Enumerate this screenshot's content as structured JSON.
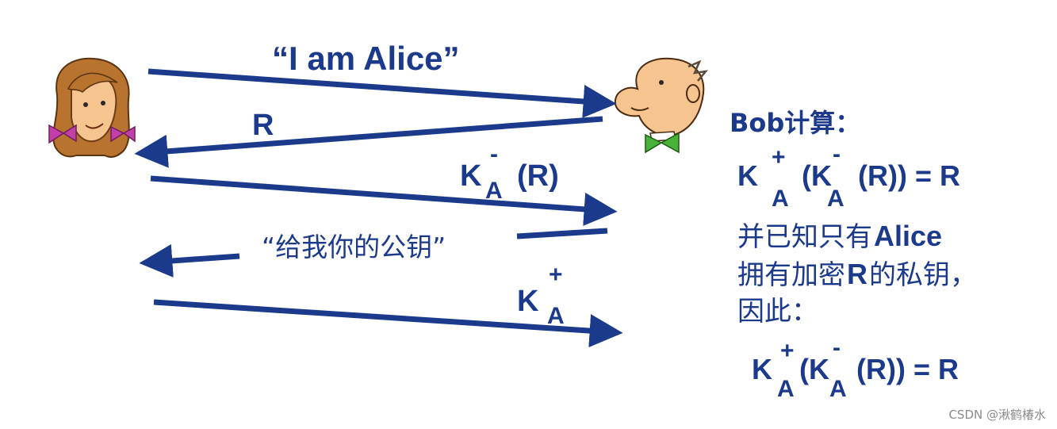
{
  "messages": {
    "m1": "“I am Alice”",
    "m2": "R",
    "m3_k": "K",
    "m3_sup": "-",
    "m3_sub": "A",
    "m3_arg": "(R)",
    "m4": "“给我你的公钥”",
    "m5_k": "K",
    "m5_sup": "+",
    "m5_sub": "A"
  },
  "bob_note": {
    "heading": "Bob计算：",
    "eq1": {
      "k1": "K",
      "sup1": "+",
      "sub1": "A",
      "open": "(K",
      "sup2": "-",
      "sub2": "A",
      "rest": "(R)) = R"
    },
    "line1_cn": "并已知只有",
    "line1_en": "Alice",
    "line2_cn1": "拥有加密",
    "line2_en": "R",
    "line2_cn2": "的私钥，",
    "line3": "因此：",
    "eq2": {
      "k1": "K",
      "sup1": "+",
      "sub1": "A",
      "open": "(K",
      "sup2": "-",
      "sub2": "A",
      "rest": "(R)) = R"
    }
  },
  "watermark": "CSDN @湫鹤椿水",
  "colors": {
    "arrow": "#1c3a8c",
    "text": "#1c3a8c",
    "skin": "#f5c48f",
    "alice_hair": "#b8742e",
    "alice_bow": "#c23fa9",
    "bob_bowtie": "#48b338"
  },
  "actors": {
    "alice": "alice-figure",
    "bob": "bob-figure"
  }
}
